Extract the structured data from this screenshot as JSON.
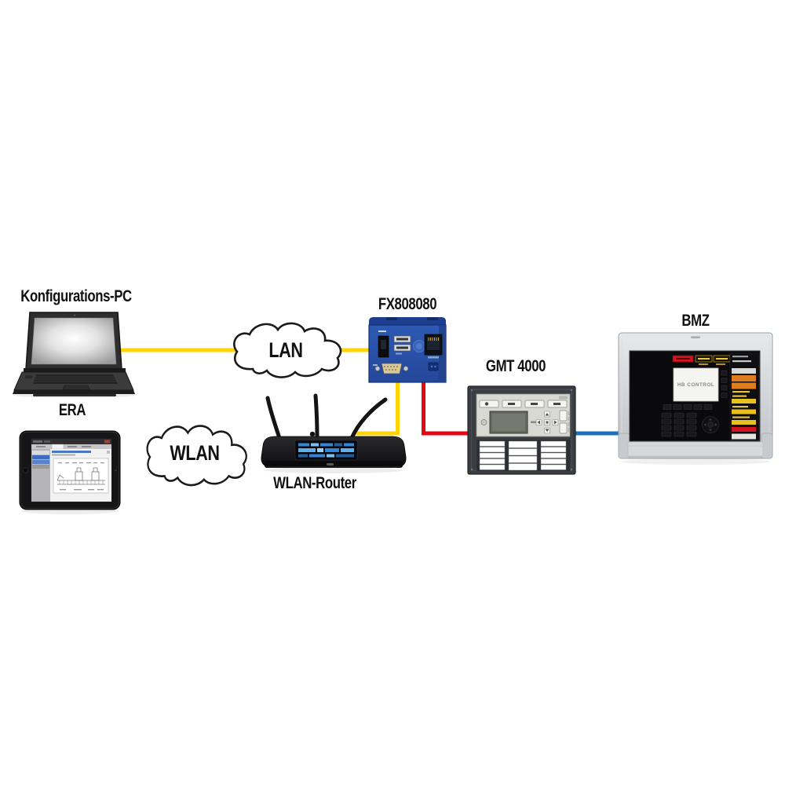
{
  "diagram": {
    "nodes": {
      "konfigurations_pc": {
        "label": "Konfigurations-PC"
      },
      "era": {
        "label": "ERA"
      },
      "lan": {
        "label": "LAN"
      },
      "wlan": {
        "label": "WLAN"
      },
      "wlan_router": {
        "label": "WLAN-Router"
      },
      "fx808080": {
        "label": "FX808080"
      },
      "gmt4000": {
        "label": "GMT 4000"
      },
      "bmz": {
        "label": "BMZ",
        "screen_text": "HB CONTROL"
      }
    },
    "connections": [
      {
        "from": "Konfigurations-PC",
        "to": "FX808080",
        "via": "LAN cloud",
        "color": "#FFD400",
        "style": "wired"
      },
      {
        "from": "FX808080",
        "to": "WLAN-Router",
        "color": "#FFD400",
        "style": "wired"
      },
      {
        "from": "ERA",
        "to": "WLAN-Router",
        "via": "WLAN cloud",
        "color": "none",
        "style": "wireless"
      },
      {
        "from": "FX808080",
        "to": "GMT 4000",
        "color": "#E30613",
        "style": "wired"
      },
      {
        "from": "GMT 4000",
        "to": "BMZ",
        "color": "#1D71B8",
        "style": "wired"
      }
    ],
    "colors": {
      "cable_yellow": "#FFD400",
      "cable_red": "#E30613",
      "cable_blue": "#1D71B8",
      "fx_box_blue": "#2A52A8"
    }
  }
}
